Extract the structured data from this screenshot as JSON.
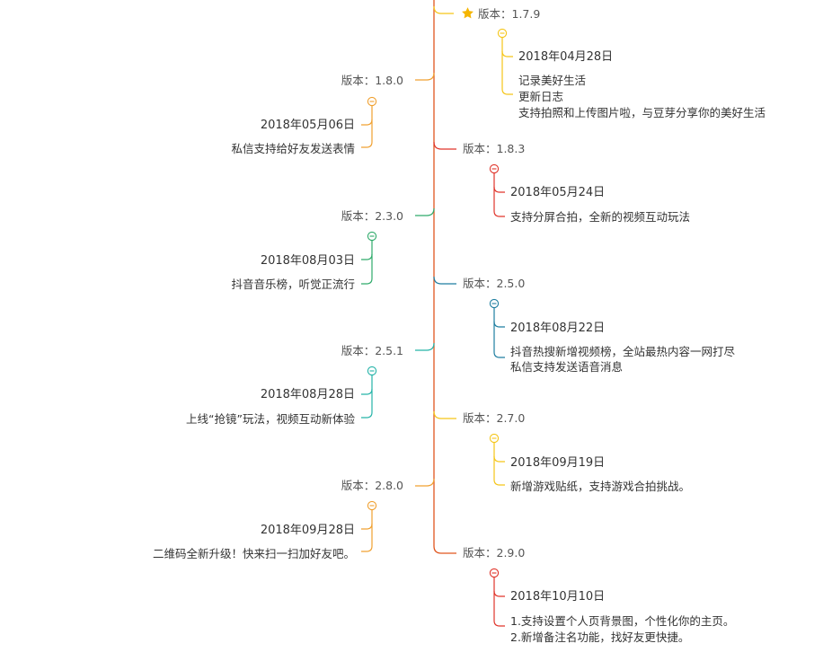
{
  "branches": [
    {
      "id": "b1",
      "version_label": "版本：1.7.9",
      "date": "2018年04月28日",
      "lines": [
        "记录美好生活",
        "更新日志",
        "支持拍照和上传图片啦，与豆芽分享你的美好生活"
      ],
      "color": "#f5c518",
      "starred": true
    },
    {
      "id": "b2",
      "version_label": "版本：1.8.0",
      "date": "2018年05月06日",
      "lines": [
        "私信支持给好友发送表情"
      ],
      "color": "#f0a030"
    },
    {
      "id": "b3",
      "version_label": "版本：1.8.3",
      "date": "2018年05月24日",
      "lines": [
        "支持分屏合拍，全新的视频互动玩法"
      ],
      "color": "#e0352b"
    },
    {
      "id": "b4",
      "version_label": "版本：2.3.0",
      "date": "2018年08月03日",
      "lines": [
        "抖音音乐榜，听觉正流行"
      ],
      "color": "#2eaa6a"
    },
    {
      "id": "b5",
      "version_label": "版本：2.5.0",
      "date": "2018年08月22日",
      "lines": [
        "抖音热搜新增视频榜，全站最热内容一网打尽",
        "私信支持发送语音消息"
      ],
      "color": "#1f7ea0"
    },
    {
      "id": "b6",
      "version_label": "版本：2.5.1",
      "date": "2018年08月28日",
      "lines": [
        "上线“抢镜”玩法，视频互动新体验"
      ],
      "color": "#25b3a8"
    },
    {
      "id": "b7",
      "version_label": "版本：2.7.0",
      "date": "2018年09月19日",
      "lines": [
        "新增游戏贴纸，支持游戏合拍挑战。"
      ],
      "color": "#f5c518"
    },
    {
      "id": "b8",
      "version_label": "版本：2.8.0",
      "date": "2018年09月28日",
      "lines": [
        "二维码全新升级！快来扫一扫加好友吧。"
      ],
      "color": "#f0a030"
    },
    {
      "id": "b9",
      "version_label": "版本：2.9.0",
      "date": "2018年10月10日",
      "lines": [
        "1.支持设置个人页背景图，个性化你的主页。",
        "2.新增备注名功能，找好友更快捷。"
      ],
      "color": "#e0352b"
    }
  ],
  "trunk_color": "#e0561f",
  "icons": {
    "star": "star-icon",
    "collapse": "collapse-minus-icon"
  }
}
